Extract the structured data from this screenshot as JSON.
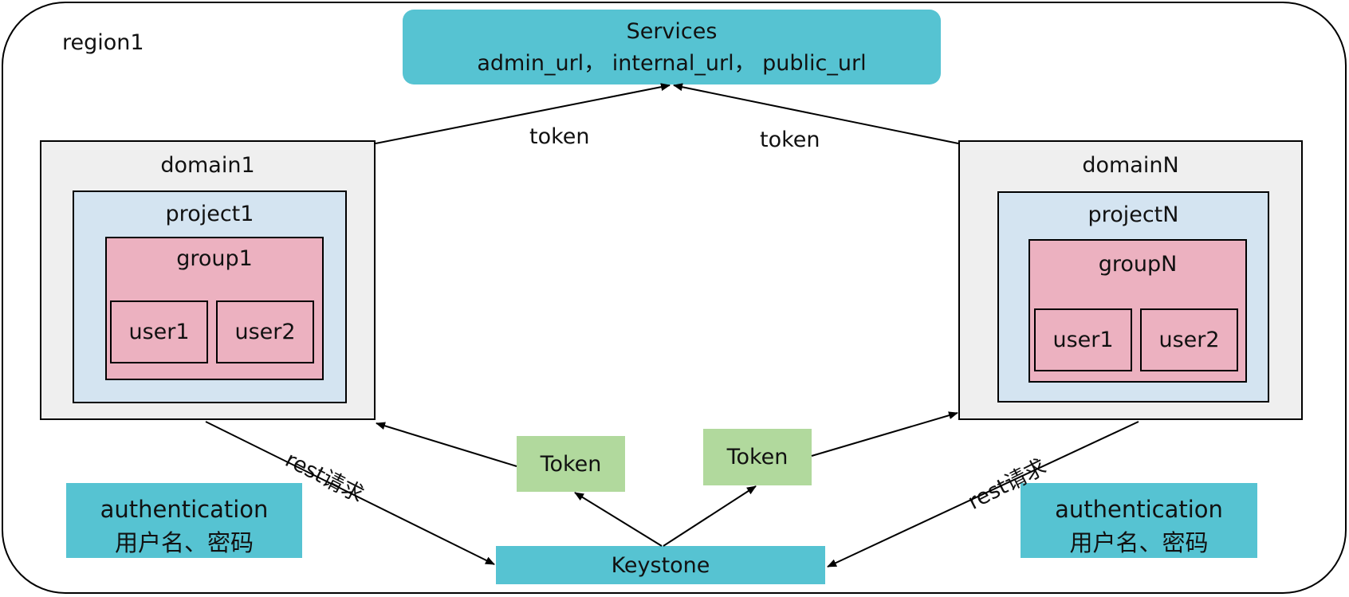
{
  "region": {
    "label": "region1"
  },
  "services": {
    "title": "Services",
    "urls": "admin_url， internal_url， public_url"
  },
  "token_labels": {
    "left": "token",
    "right": "token"
  },
  "domain_left": {
    "title": "domain1",
    "project": "project1",
    "group": "group1",
    "users": [
      "user1",
      "user2"
    ]
  },
  "domain_right": {
    "title": "domainN",
    "project": "projectN",
    "group": "groupN",
    "users": [
      "user1",
      "user2"
    ]
  },
  "rest_labels": {
    "left": "rest请求",
    "right": "rest请求"
  },
  "token_boxes": {
    "left": "Token",
    "right": "Token"
  },
  "auth_left": {
    "line1": "authentication",
    "line2": "用户名、密码"
  },
  "auth_right": {
    "line1": "authentication",
    "line2": "用户名、密码"
  },
  "keystone": {
    "label": "Keystone"
  },
  "colors": {
    "services": "#56c3d2",
    "domain": "#efefef",
    "project": "#d4e4f1",
    "group": "#ecb1c0",
    "token": "#b1d99d",
    "keystone": "#56c3d2"
  }
}
